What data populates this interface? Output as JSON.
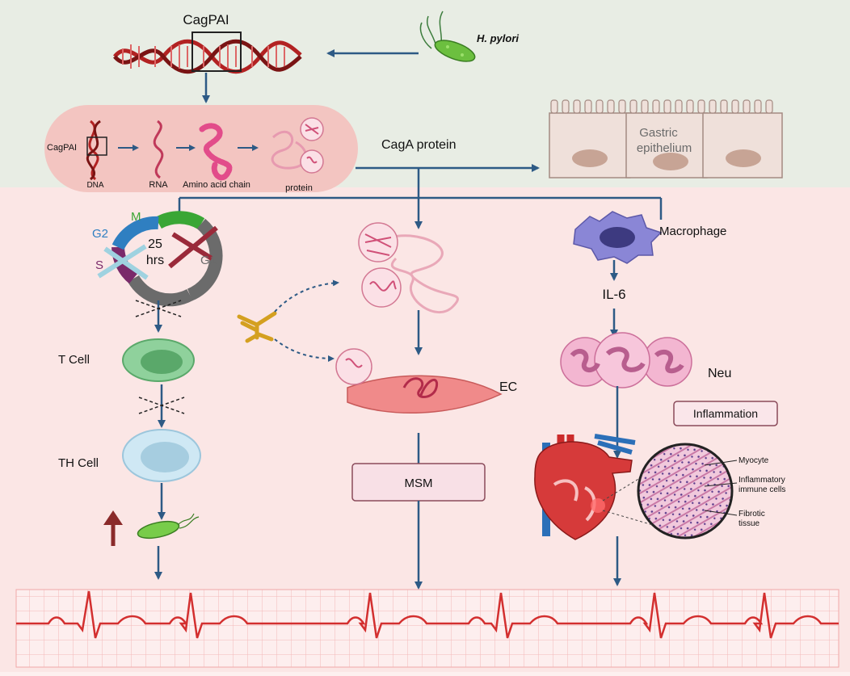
{
  "labels": {
    "cagpai_top": "CagPAI",
    "hpylori": "H. pylori",
    "cagpai_small": "CagPAI",
    "dna": "DNA",
    "rna": "RNA",
    "amino_acid_chain": "Amino acid chain",
    "protein": "protein",
    "caga_protein": "CagA protein",
    "gastric_line1": "Gastric",
    "gastric_line2": "epithelium",
    "cycle_m": "M",
    "cycle_g2": "G2",
    "cycle_s": "S",
    "cycle_g1": "G1",
    "cycle_hours_num": "25",
    "cycle_hours_unit": "hrs",
    "t_cell": "T Cell",
    "th_cell": "TH Cell",
    "ec": "EC",
    "msm": "MSM",
    "macrophage": "Macrophage",
    "il6": "IL-6",
    "neu": "Neu",
    "inflammation": "Inflammation",
    "myocyte": "Myocyte",
    "inflammatory_line1": "Inflammatory",
    "inflammatory_line2": "immune cells",
    "fibrotic_line1": "Fibrotic",
    "fibrotic_line2": "tissue"
  },
  "colors": {
    "top_band": "#e8ede4",
    "lower_band": "#fbe6e5",
    "arrow": "#2d5a85",
    "dna_red": "#b22222",
    "ecg_line": "#d32f2f",
    "grid": "#f3b8b8",
    "cycle_m": "#3aa635",
    "cycle_g2": "#2f7fc1",
    "cycle_s": "#7a2a6a",
    "cycle_g1": "#6b6b6b"
  }
}
